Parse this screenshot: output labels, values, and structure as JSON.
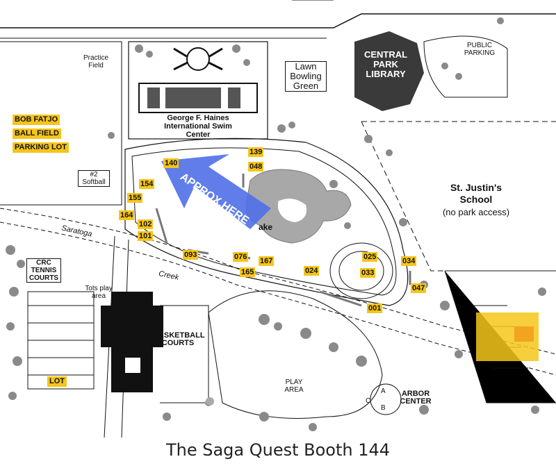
{
  "caption": "The Saga Quest Booth 144",
  "labels": {
    "practice_field": "Practice Field",
    "bob_fatjo_1": "BOB FATJO",
    "bob_fatjo_2": "BALL FIELD",
    "bob_fatjo_3": "PARKING LOT",
    "softball": "#2 Softball",
    "swim_center_1": "George F. Haines",
    "swim_center_2": "International Swim",
    "swim_center_3": "Center",
    "lawn_bowling": "Lawn Bowling Green",
    "library_1": "CENTRAL",
    "library_2": "PARK",
    "library_3": "LIBRARY",
    "public_parking": "PUBLIC PARKING",
    "st_justins_1": "St. Justin's",
    "st_justins_2": "School",
    "st_justins_3": "(no park access)",
    "approx_here": "APPROX.HERE",
    "lake": "ake",
    "saratoga": "Saratoga",
    "creek": "Creek",
    "crc_tennis": "CRC TENNIS COURTS",
    "tots": "Tots play area",
    "basketball": "BASKETBALL COURTS",
    "play_area": "PLAY AREA",
    "arbor_center": "ARBOR CENTER",
    "arbor_a": "A",
    "arbor_b": "B",
    "arbor_c": "C",
    "lot": "LOT"
  },
  "booths": [
    "139",
    "048",
    "140",
    "154",
    "155",
    "164",
    "102",
    "101",
    "093",
    "076",
    "167",
    "165",
    "024",
    "025",
    "033",
    "034",
    "047",
    "001"
  ],
  "colors": {
    "booth_highlight": "#f6c51a",
    "arrow": "#4f6fe8",
    "library": "#3a3a3a"
  }
}
